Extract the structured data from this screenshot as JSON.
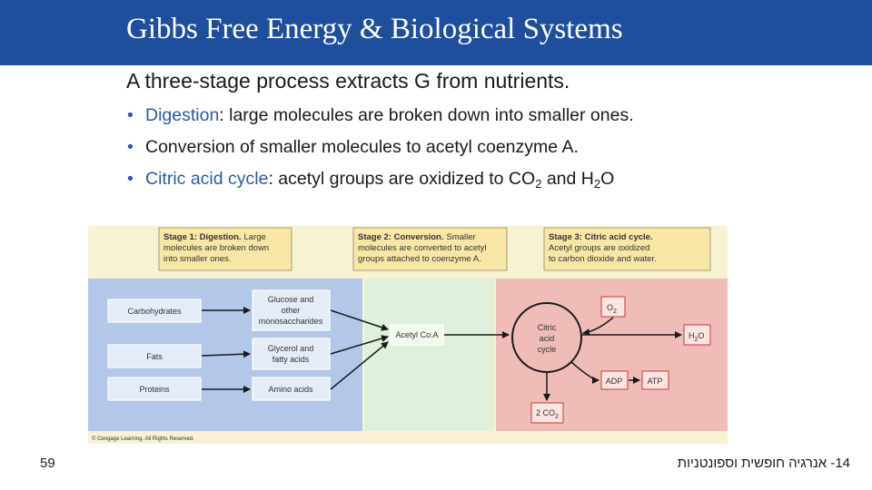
{
  "title": "Gibbs Free Energy & Biological Systems",
  "subtitle": "A three-stage process extracts G from nutrients.",
  "bullets": [
    {
      "term": "Digestion",
      "rest": ": large molecules are broken down into smaller ones."
    },
    {
      "text": "Conversion of smaller molecules to acetyl coenzyme A."
    },
    {
      "term": "Citric acid cycle",
      "rest": ": acetyl groups are oxidized to CO",
      "sub1": "2",
      "mid": " and H",
      "sub2": "2",
      "end": "O"
    }
  ],
  "figure": {
    "stage1_title": "Stage 1: Digestion.",
    "stage1_l1": "Large",
    "stage1_l2": "molecules are broken down",
    "stage1_l3": "into smaller ones.",
    "stage2_title": "Stage 2: Conversion.",
    "stage2_l1": "Smaller",
    "stage2_l2": "molecules are converted to acetyl",
    "stage2_l3": "groups attached to coenzyme A.",
    "stage3_title": "Stage 3: Citric acid cycle.",
    "stage3_l2": "Acetyl groups are oxidized",
    "stage3_l3": "to carbon dioxide and water.",
    "carbohydrates": "Carbohydrates",
    "fats": "Fats",
    "proteins": "Proteins",
    "glucose_l1": "Glucose and",
    "glucose_l2": "other",
    "glucose_l3": "monosaccharides",
    "glycerol_l1": "Glycerol and",
    "glycerol_l2": "fatty acids",
    "amino": "Amino acids",
    "acetyl": "Acetyl Co.A",
    "cycle_l1": "Citric",
    "cycle_l2": "acid",
    "cycle_l3": "cycle",
    "o2": "O",
    "o2_sub": "2",
    "h2o": "H",
    "h2o_sub": "2",
    "h2o_end": "O",
    "adp": "ADP",
    "atp": "ATP",
    "co2": "2 CO",
    "co2_sub": "2",
    "copyright": "© Cengage Learning. All Rights Reserved."
  },
  "slide_number": "59",
  "footer": "14- אנרגיה חופשית וספונטניות",
  "colors": {
    "header_bg": "#1f4f9c",
    "accent_text": "#2a5aa8",
    "stage1_bg": "#b3c7e8",
    "stage2_bg": "#dff0db",
    "stage3_bg": "#f0bcb8",
    "label_box": "#f8e6a6"
  }
}
